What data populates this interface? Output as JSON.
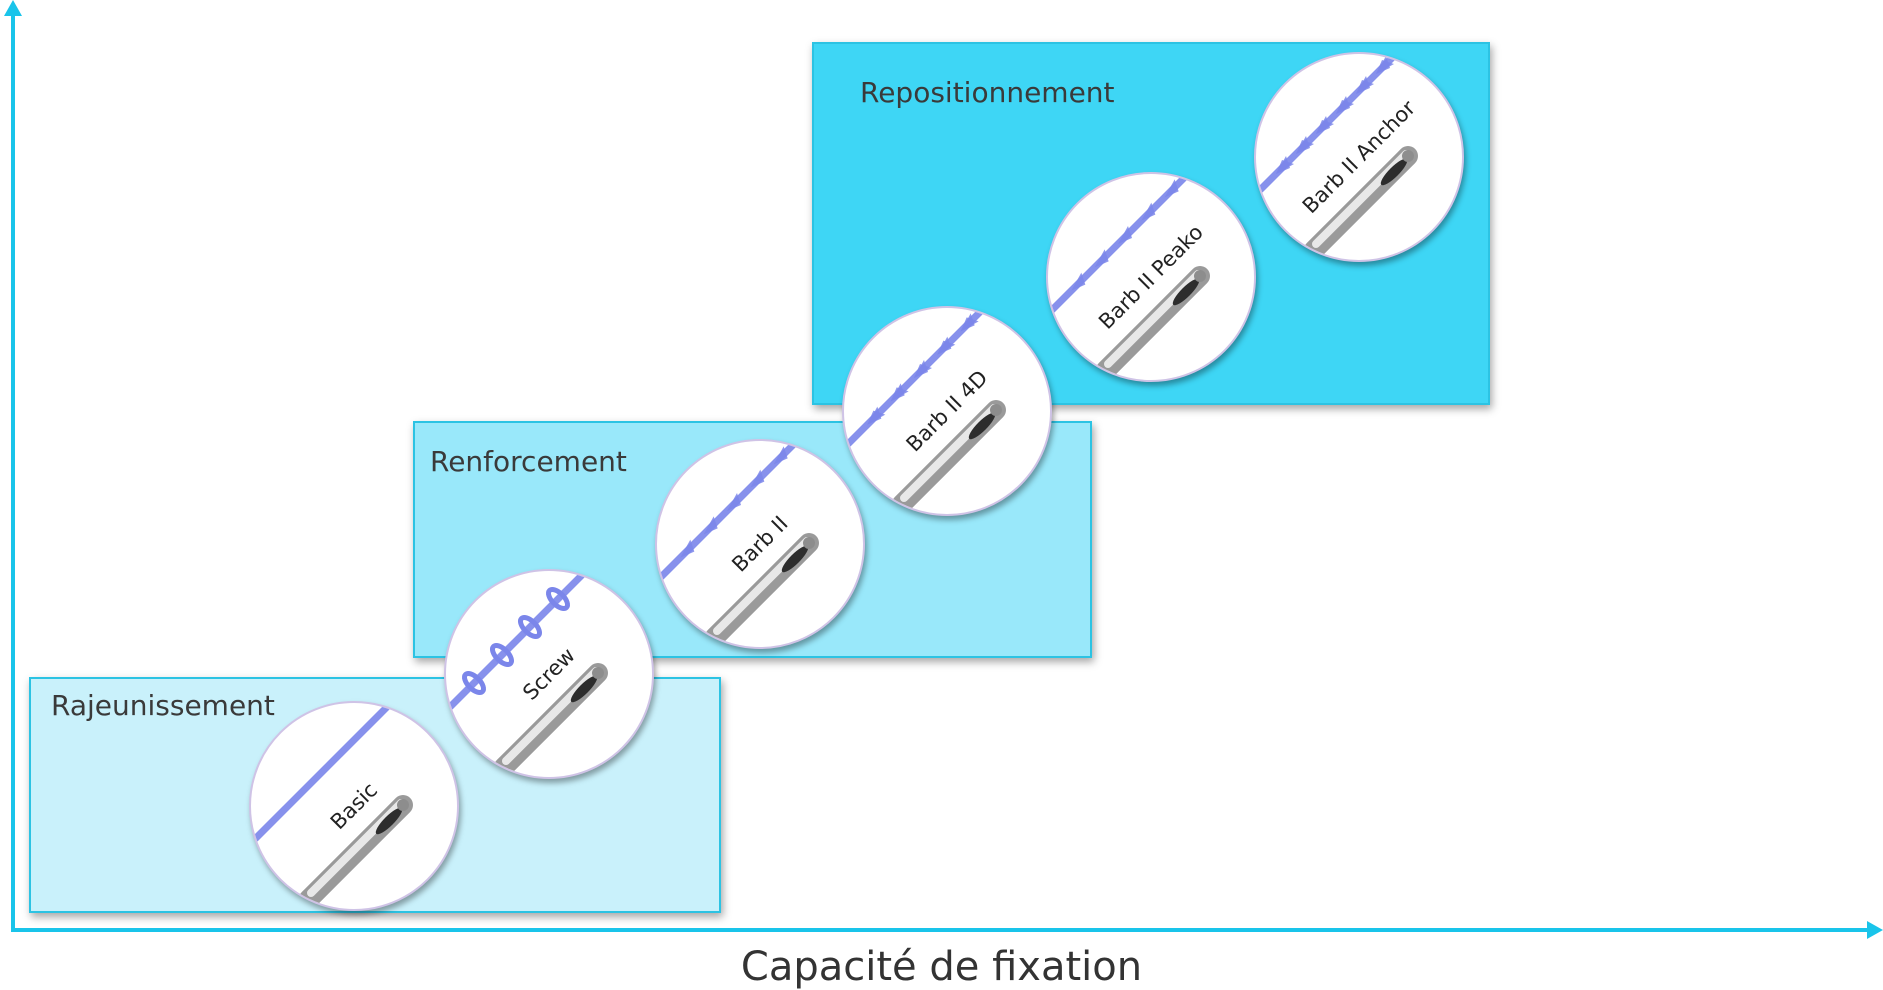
{
  "axis": {
    "x_label": "Capacité de fixation"
  },
  "tiers": [
    {
      "label": "Rajeunissement"
    },
    {
      "label": "Renforcement"
    },
    {
      "label": "Repositionnement"
    }
  ],
  "threads": [
    {
      "label": "Basic",
      "thread_style": "smooth"
    },
    {
      "label": "Screw",
      "thread_style": "coil"
    },
    {
      "label": "Barb II",
      "thread_style": "barbed"
    },
    {
      "label": "Barb  II 4D",
      "thread_style": "barbed-4d"
    },
    {
      "label": "Barb II Peako",
      "thread_style": "barbed"
    },
    {
      "label": "Barb II Anchor",
      "thread_style": "anchor"
    }
  ],
  "colors": {
    "axis": "#19c4ea",
    "thread": "#7b86ea",
    "tier1": "#c9f1fb",
    "tier2": "#99e8fa",
    "tier3": "#3ed6f5"
  }
}
